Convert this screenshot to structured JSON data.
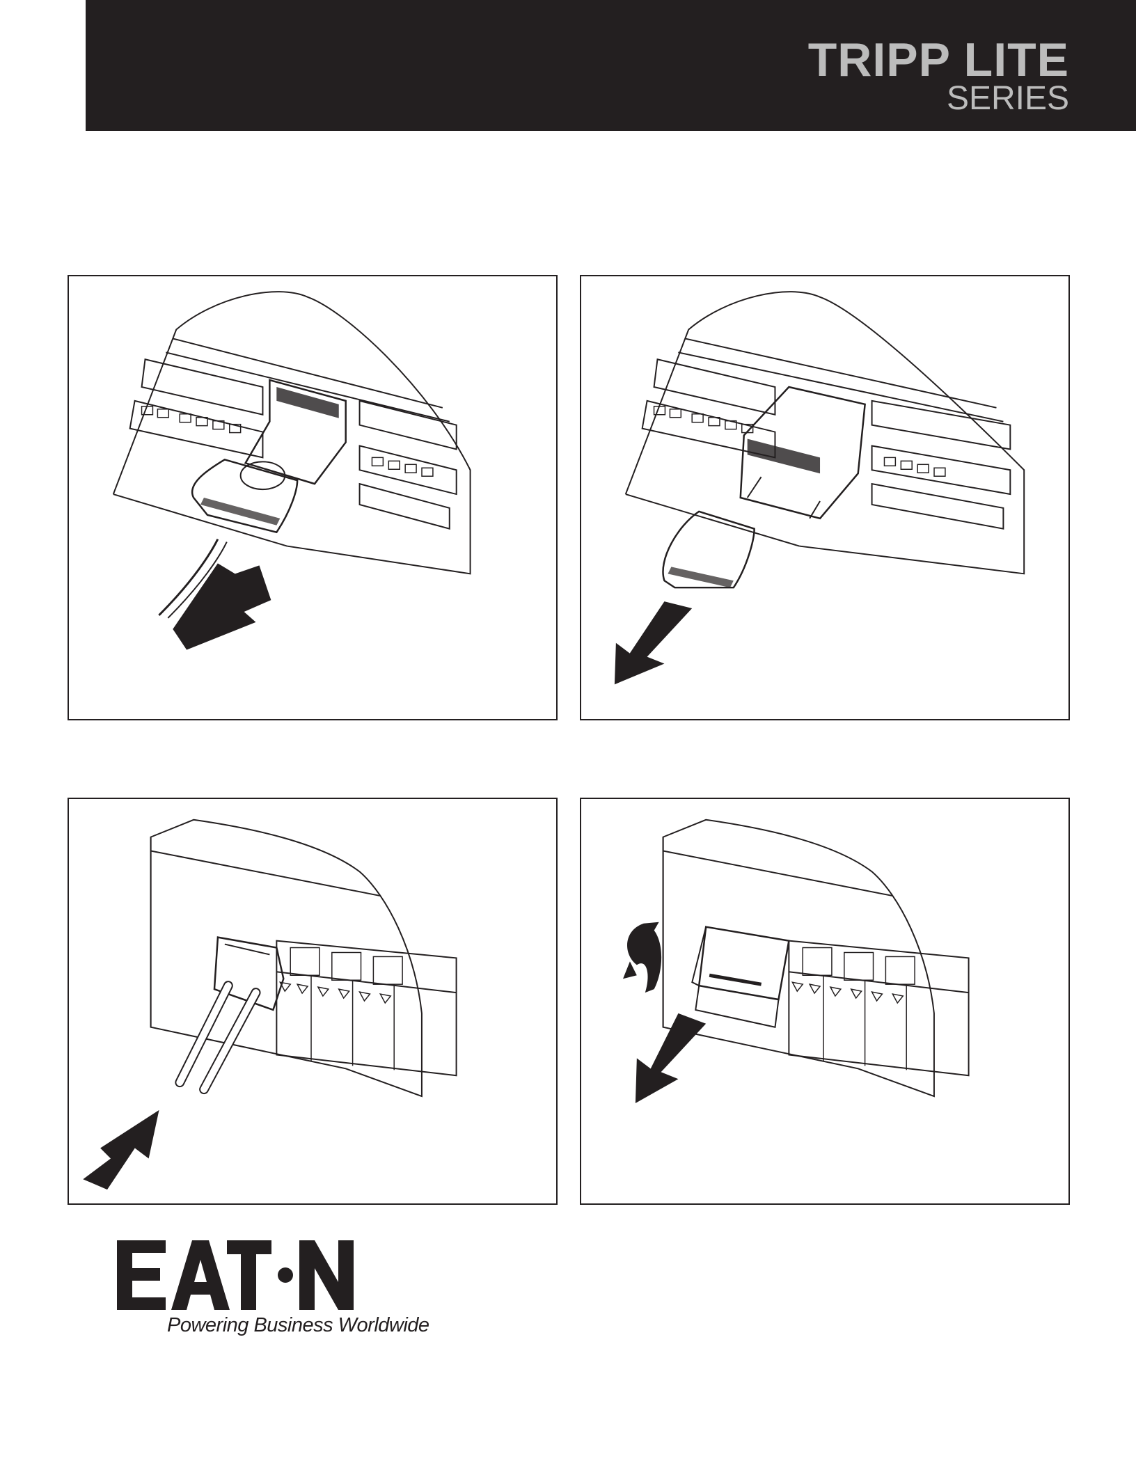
{
  "header": {
    "brand_title": "TRIPP LITE",
    "brand_series": "SERIES",
    "background": "#231f20",
    "text_color": "#bcbcbc"
  },
  "footer": {
    "logo_text": "EATON",
    "tagline": "Powering Business Worldwide"
  },
  "figures": [
    {
      "id": "insert-qsfp-cable",
      "arrow": "arrow-up-right-icon"
    },
    {
      "id": "remove-qsfp-module",
      "arrow": "arrow-down-left-icon"
    },
    {
      "id": "insert-sfp-fiber",
      "arrow": "arrow-up-right-icon"
    },
    {
      "id": "remove-sfp-module",
      "arrow": "arrow-down-left-icon"
    }
  ]
}
